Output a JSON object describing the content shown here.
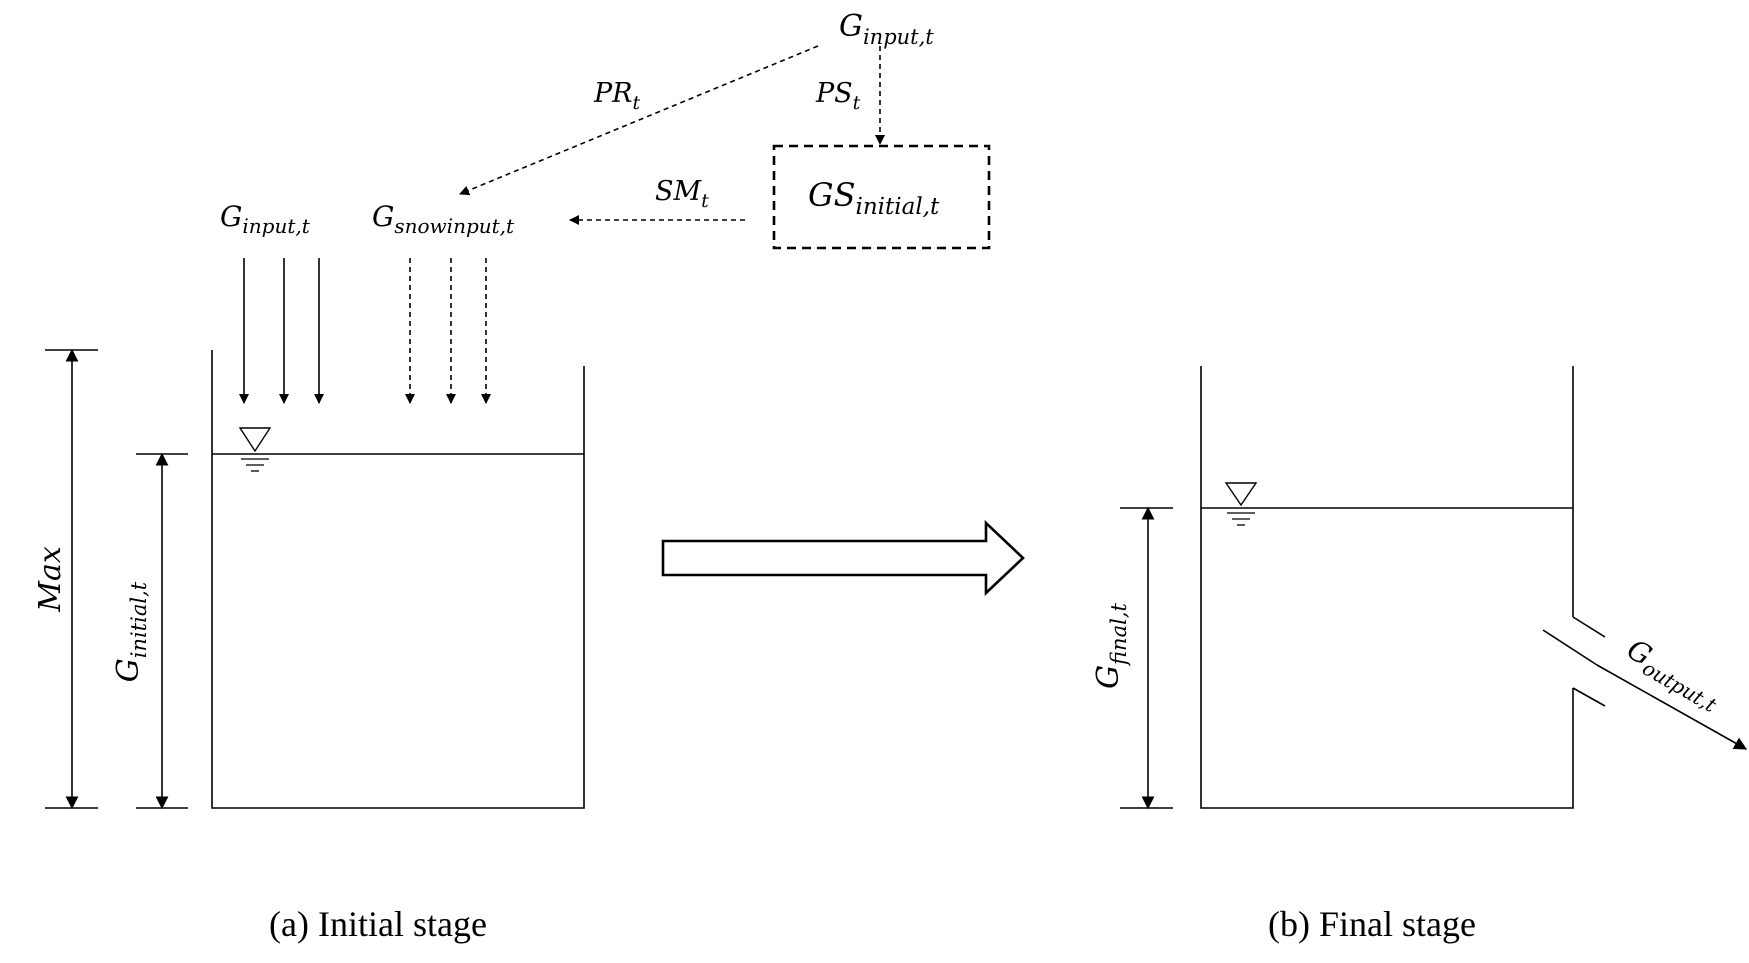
{
  "top_source": {
    "base": "G",
    "sub": "input,t"
  },
  "flows": {
    "pr": {
      "base": "PR",
      "sub": "t"
    },
    "ps": {
      "base": "PS",
      "sub": "t"
    },
    "sm": {
      "base": "SM",
      "sub": "t"
    }
  },
  "snow_storage": {
    "base": "GS",
    "sub": "initial,t"
  },
  "inputs": {
    "rain": {
      "base": "G",
      "sub": "input,t"
    },
    "snow": {
      "base": "G",
      "sub": "snowinput,t"
    }
  },
  "stage_a": {
    "max_label": "Max",
    "level": {
      "base": "G",
      "sub": "initial,t"
    },
    "caption": "(a) Initial stage"
  },
  "stage_b": {
    "level": {
      "base": "G",
      "sub": "final,t"
    },
    "output": {
      "base": "G",
      "sub": "output,t"
    },
    "caption": "(b) Final stage"
  }
}
